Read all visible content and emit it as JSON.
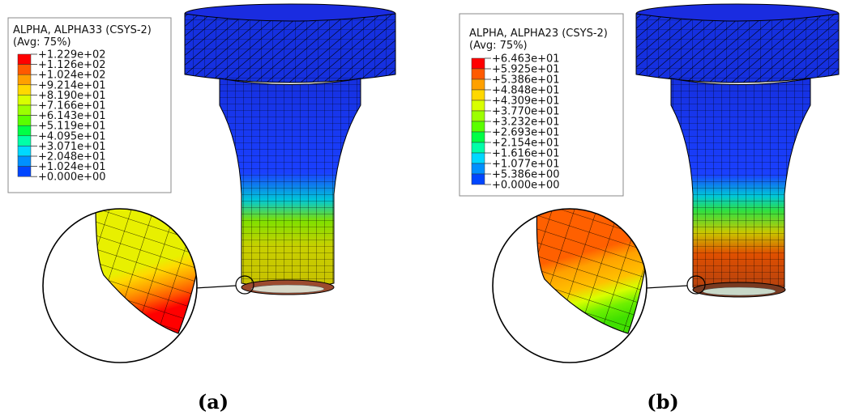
{
  "panels": [
    {
      "caption": "(a)",
      "legend": {
        "title_line1": "ALPHA, ALPHA33 (CSYS-2)",
        "title_line2": "(Avg: 75%)",
        "values": [
          "+1.229e+02",
          "+1.126e+02",
          "+1.024e+02",
          "+9.214e+01",
          "+8.190e+01",
          "+7.166e+01",
          "+6.143e+01",
          "+5.119e+01",
          "+4.095e+01",
          "+3.071e+01",
          "+2.048e+01",
          "+1.024e+01",
          "+0.000e+00"
        ]
      }
    },
    {
      "caption": "(b)",
      "legend": {
        "title_line1": "ALPHA, ALPHA23 (CSYS-2)",
        "title_line2": "(Avg: 75%)",
        "values": [
          "+6.463e+01",
          "+5.925e+01",
          "+5.386e+01",
          "+4.848e+01",
          "+4.309e+01",
          "+3.770e+01",
          "+3.232e+01",
          "+2.693e+01",
          "+2.154e+01",
          "+1.616e+01",
          "+1.077e+01",
          "+5.386e+00",
          "+0.000e+00"
        ]
      }
    }
  ],
  "colors": {
    "scale": [
      "#ff0000",
      "#ff5a00",
      "#ffa000",
      "#ffd800",
      "#d8ff00",
      "#9cff00",
      "#5aff00",
      "#00ff46",
      "#00ffa8",
      "#00d8ff",
      "#0090ff",
      "#0046ff",
      "#0000ff"
    ],
    "mesh_line": "#000000",
    "cap_blue": "#1530e0"
  }
}
